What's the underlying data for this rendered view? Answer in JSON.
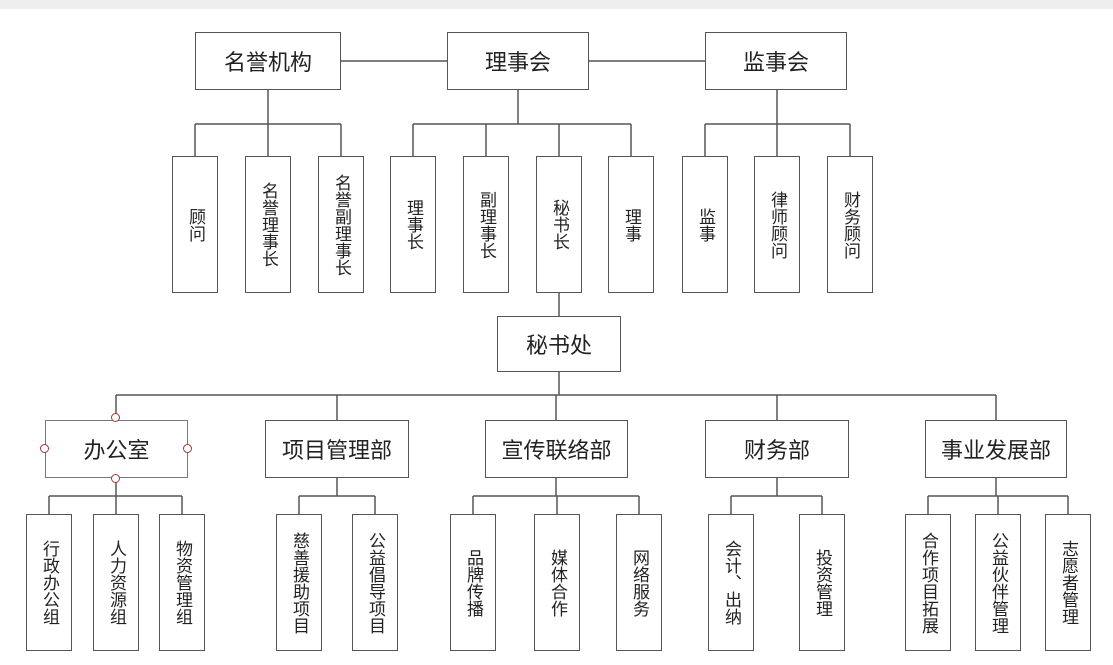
{
  "governance": {
    "honorary": "名誉机构",
    "council": "理事会",
    "supervisory": "监事会"
  },
  "honorary_roles": [
    "顾问",
    "名誉理事长",
    "名誉副理事长"
  ],
  "council_roles": [
    "理事长",
    "副理事长",
    "秘书长",
    "理事"
  ],
  "supervisory_roles": [
    "监事",
    "律师顾问",
    "财务顾问"
  ],
  "secretariat": "秘书处",
  "departments": [
    "办公室",
    "项目管理部",
    "宣传联络部",
    "财务部",
    "事业发展部"
  ],
  "office_groups": [
    "行政办公组",
    "人力资源组",
    "物资管理组"
  ],
  "project_groups": [
    "慈善援助项目",
    "公益倡导项目"
  ],
  "pr_groups": [
    "品牌传播",
    "媒体合作",
    "网络服务"
  ],
  "finance_groups": [
    "会计、出纳",
    "投资管理"
  ],
  "development_groups": [
    "合作项目拓展",
    "公益伙伴管理",
    "志愿者管理"
  ],
  "colors": {
    "line": "#555555",
    "box_border": "#555555",
    "handle": "#aa3333"
  }
}
